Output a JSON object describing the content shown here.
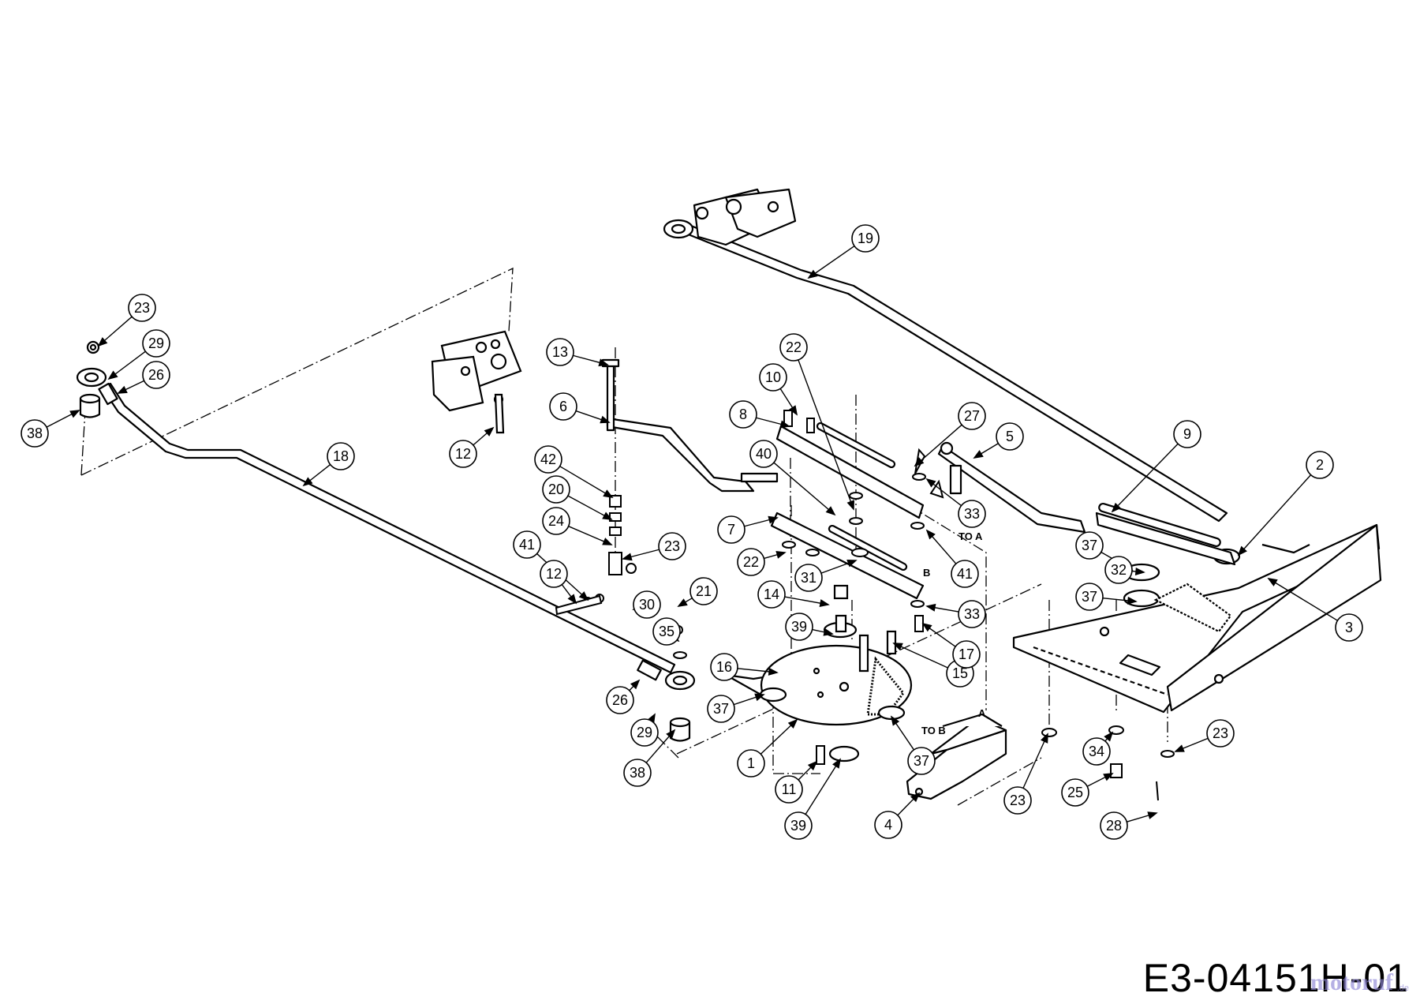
{
  "diagram": {
    "code": "E3-04151H-01",
    "watermark": "motoruf",
    "watermark_tld": ".de",
    "notes": [
      "TO A",
      "TO B",
      "A",
      "B"
    ],
    "callouts": [
      "23",
      "29",
      "26",
      "38",
      "18",
      "12",
      "13",
      "6",
      "42",
      "20",
      "24",
      "23",
      "41",
      "12",
      "30",
      "21",
      "35",
      "26",
      "29",
      "38",
      "19",
      "22",
      "10",
      "8",
      "40",
      "7",
      "22",
      "31",
      "14",
      "39",
      "16",
      "37",
      "1",
      "11",
      "39",
      "15",
      "17",
      "37",
      "4",
      "27",
      "5",
      "33",
      "41",
      "33",
      "9",
      "2",
      "37",
      "32",
      "37",
      "3",
      "23",
      "34",
      "23",
      "25",
      "28"
    ]
  }
}
